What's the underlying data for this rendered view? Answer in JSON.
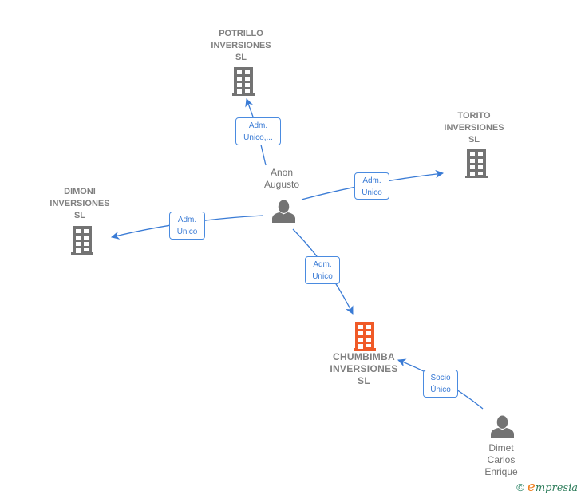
{
  "colors": {
    "edge": "#3a7bd5",
    "company_icon": "#737373",
    "focus_company_icon": "#f05a28",
    "person_icon": "#737373",
    "label_text": "#777777"
  },
  "nodes": {
    "potrillo": {
      "label": "POTRILLO\nINVERSIONES\nSL",
      "type": "company",
      "icon": "building-icon"
    },
    "torito": {
      "label": "TORITO\nINVERSIONES\nSL",
      "type": "company",
      "icon": "building-icon"
    },
    "dimoni": {
      "label": "DIMONI\nINVERSIONES\nSL",
      "type": "company",
      "icon": "building-icon"
    },
    "chumbimba": {
      "label": "CHUMBIMBA\nINVERSIONES\nSL",
      "type": "focus-company",
      "icon": "building-icon"
    },
    "anon": {
      "label": "Anon\nAugusto",
      "type": "person",
      "icon": "person-icon"
    },
    "dimet": {
      "label": "Dimet\nCarlos\nEnrique",
      "type": "person",
      "icon": "person-icon"
    }
  },
  "edges": [
    {
      "from": "anon",
      "to": "potrillo",
      "label": "Adm.\nUnico,..."
    },
    {
      "from": "anon",
      "to": "torito",
      "label": "Adm.\nUnico"
    },
    {
      "from": "anon",
      "to": "dimoni",
      "label": "Adm.\nUnico"
    },
    {
      "from": "anon",
      "to": "chumbimba",
      "label": "Adm.\nUnico"
    },
    {
      "from": "dimet",
      "to": "chumbimba",
      "label": "Socio\nÚnico"
    }
  ],
  "footer": {
    "copyright_symbol": "©",
    "brand_initial": "e",
    "brand_rest": "mpresia"
  }
}
